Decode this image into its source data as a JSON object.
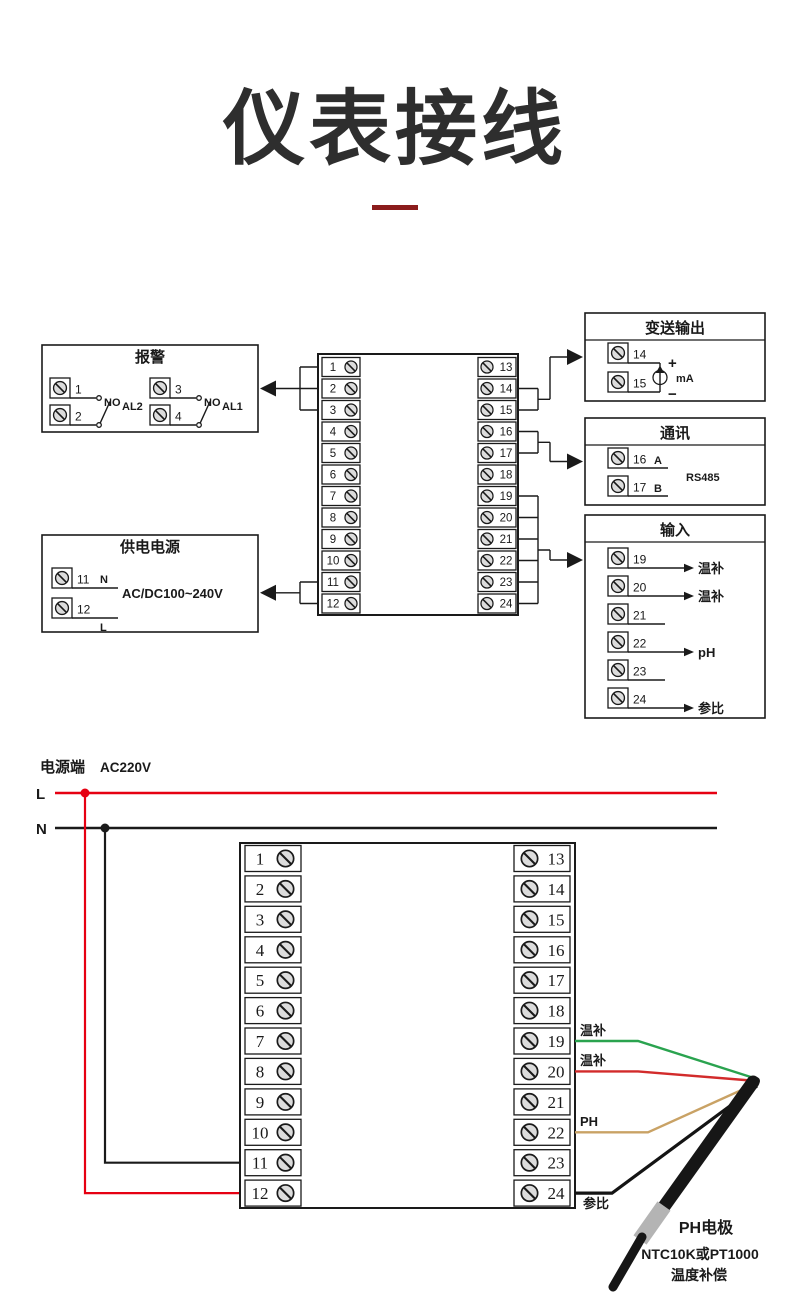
{
  "title": {
    "text": "仪表接线"
  },
  "upper": {
    "alarm": {
      "title": "报警",
      "t1": "1",
      "t2": "2",
      "t3": "3",
      "t4": "4",
      "no1": "NO",
      "no2": "NO",
      "al2": "AL2",
      "al1": "AL1"
    },
    "power": {
      "title": "供电电源",
      "t11": "11",
      "t12": "12",
      "n": "N",
      "l": "L",
      "voltage": "AC/DC100~240V"
    },
    "block": {
      "left": [
        "1",
        "2",
        "3",
        "4",
        "5",
        "6",
        "7",
        "8",
        "9",
        "10",
        "11",
        "12"
      ],
      "right": [
        "13",
        "14",
        "15",
        "16",
        "17",
        "18",
        "19",
        "20",
        "21",
        "22",
        "23",
        "24"
      ]
    },
    "output": {
      "title": "变送输出",
      "t14": "14",
      "t15": "15",
      "plus": "+",
      "minus": "−",
      "ma": "mA"
    },
    "comm": {
      "title": "通讯",
      "t16": "16",
      "t17": "17",
      "a": "A",
      "b": "B",
      "rs485": "RS485"
    },
    "input": {
      "title": "输入",
      "t19": "19",
      "t20": "20",
      "t21": "21",
      "t22": "22",
      "t23": "23",
      "t24": "24",
      "label19": "温补",
      "label20": "温补",
      "label22": "pH",
      "label24": "参比"
    }
  },
  "lower": {
    "source_label": "电源端",
    "source_voltage": "AC220V",
    "line_l": "L",
    "line_n": "N",
    "block": {
      "left": [
        "1",
        "2",
        "3",
        "4",
        "5",
        "6",
        "7",
        "8",
        "9",
        "10",
        "11",
        "12"
      ],
      "right": [
        "13",
        "14",
        "15",
        "16",
        "17",
        "18",
        "19",
        "20",
        "21",
        "22",
        "23",
        "24"
      ]
    },
    "wire19": "温补",
    "wire20": "温补",
    "wire22": "PH",
    "wire24": "参比",
    "probe_name": "PH电极",
    "probe_sensor": "NTC10K或PT1000",
    "probe_comp": "温度补偿"
  },
  "colors": {
    "ink": "#1a1a1a",
    "title": "#2e2e2e",
    "accent": "#8b1c1c",
    "rail_l": "#e60012",
    "rail_n": "#1a1a1a",
    "wire_temp1": "#2aa34f",
    "wire_temp2": "#d22b2b",
    "wire_ph": "#c9a265",
    "wire_ref": "#141414",
    "screw_fill": "#dcdcdc",
    "probe_body": "#161616",
    "probe_sleeve": "#b4b4b4"
  }
}
